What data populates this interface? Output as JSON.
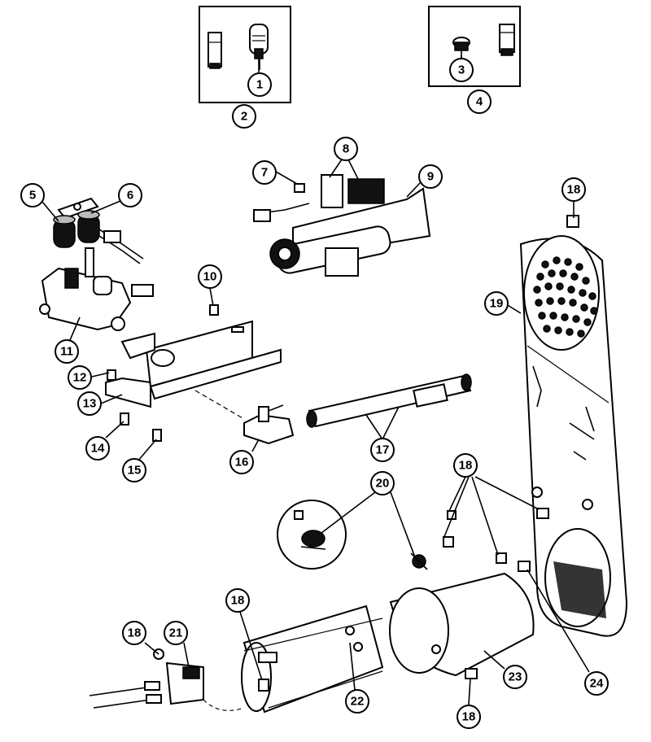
{
  "callouts": {
    "c1": "1",
    "c2": "2",
    "c3": "3",
    "c4": "4",
    "c5": "5",
    "c6": "6",
    "c7": "7",
    "c8": "8",
    "c9": "9",
    "c10": "10",
    "c11": "11",
    "c12": "12",
    "c13": "13",
    "c14": "14",
    "c15": "15",
    "c16": "16",
    "c17": "17",
    "c18a": "18",
    "c18b": "18",
    "c18c": "18",
    "c18d": "18",
    "c18e": "18",
    "c19": "19",
    "c20": "20",
    "c21": "21",
    "c22": "22",
    "c23": "23",
    "c24": "24"
  }
}
